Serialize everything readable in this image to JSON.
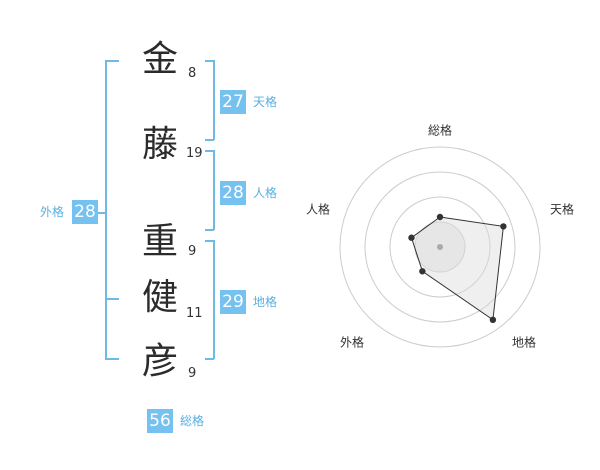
{
  "name": {
    "chars": [
      {
        "char": "金",
        "strokes": "8"
      },
      {
        "char": "藤",
        "strokes": "19"
      },
      {
        "char": "重",
        "strokes": "9"
      },
      {
        "char": "健",
        "strokes": "11"
      },
      {
        "char": "彦",
        "strokes": "9"
      }
    ]
  },
  "kakusu": {
    "tenkaku": {
      "value": "27",
      "label": "天格"
    },
    "jinkaku": {
      "value": "28",
      "label": "人格"
    },
    "chikaku": {
      "value": "29",
      "label": "地格"
    },
    "gaikaku": {
      "value": "28",
      "label": "外格"
    },
    "soukaku": {
      "value": "56",
      "label": "総格"
    }
  },
  "colors": {
    "accent": "#75c1ef",
    "label": "#5aaee3",
    "bracket": "#6fb9e6",
    "radar_grid": "#cccccc",
    "radar_fill": "#eeeeee",
    "radar_line": "#333333"
  },
  "chart_data": {
    "type": "radar",
    "axes": [
      "総格",
      "天格",
      "地格",
      "外格",
      "人格"
    ],
    "values": [
      0.45,
      1.0,
      1.35,
      0.45,
      0.45
    ],
    "rings": 4
  }
}
